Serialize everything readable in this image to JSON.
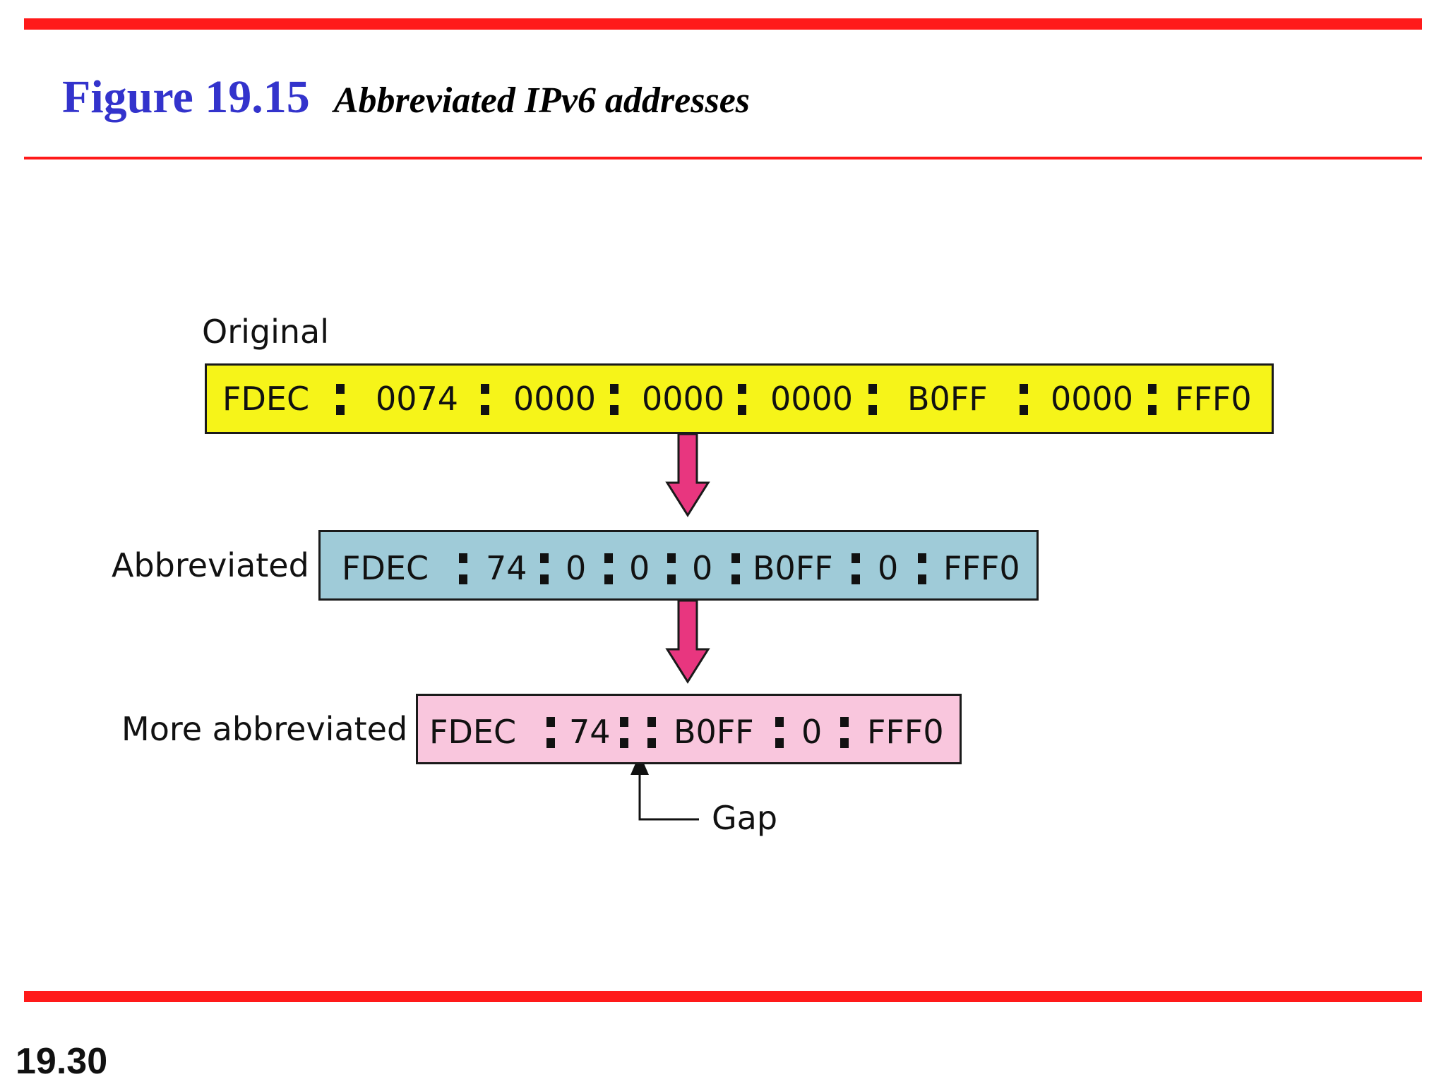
{
  "figure": {
    "label": "Figure 19.15",
    "caption": "Abbreviated IPv6 addresses"
  },
  "rows": {
    "original": {
      "label": "Original",
      "segments": [
        "FDEC",
        "0074",
        "0000",
        "0000",
        "0000",
        "B0FF",
        "0000",
        "FFF0"
      ]
    },
    "abbreviated": {
      "label": "Abbreviated",
      "segments": [
        "FDEC",
        "74",
        "0",
        "0",
        "0",
        "B0FF",
        "0",
        "FFF0"
      ]
    },
    "more_abbreviated": {
      "label": "More abbreviated",
      "segments": [
        "FDEC",
        "74",
        "B0FF",
        "0",
        "FFF0"
      ]
    }
  },
  "gap_label": "Gap",
  "page_number": "19.30",
  "colors": {
    "rule": "#ff1a1a",
    "title_label": "#3333cc",
    "original_box": "#f6f419",
    "abbreviated_box": "#9fcbd8",
    "more_abbreviated_box": "#f9c6dd",
    "arrow": "#e8367f"
  }
}
